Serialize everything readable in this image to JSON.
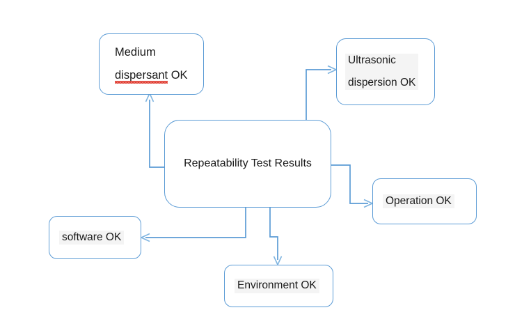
{
  "diagram": {
    "title_node": {
      "id": "center",
      "label": "Repeatability Test Results"
    },
    "nodes": [
      {
        "id": "medium",
        "name": "node-medium-dispersant",
        "lines": [
          "Medium",
          "dispersant OK"
        ],
        "line1": "Medium",
        "line2_misspelled": "dispersant",
        "line2_rest": " OK",
        "highlighted": false
      },
      {
        "id": "ultrasonic",
        "name": "node-ultrasonic-dispersion",
        "lines": [
          "Ultrasonic",
          "dispersion OK"
        ],
        "line1": "Ultrasonic",
        "line2": "dispersion OK",
        "highlighted": true
      },
      {
        "id": "operation",
        "name": "node-operation",
        "line1": "Operation OK",
        "highlighted": true
      },
      {
        "id": "software",
        "name": "node-software",
        "line1": "software OK",
        "highlighted": true
      },
      {
        "id": "environment",
        "name": "node-environment",
        "line1": "Environment OK",
        "highlighted": true
      }
    ],
    "edges": [
      {
        "id": "center-to-medium",
        "from": "center",
        "to": "medium",
        "arrow": "up"
      },
      {
        "id": "center-to-ultrasonic",
        "from": "center",
        "to": "ultrasonic",
        "arrow": "right"
      },
      {
        "id": "center-to-operation",
        "from": "center",
        "to": "operation",
        "arrow": "right"
      },
      {
        "id": "center-to-software",
        "from": "center",
        "to": "software",
        "arrow": "left"
      },
      {
        "id": "center-to-environment",
        "from": "center",
        "to": "environment",
        "arrow": "down"
      }
    ],
    "colors": {
      "border": "#5B9BD5",
      "connector": "#5B9BD5",
      "text": "#1a1a1a",
      "background": "#ffffff",
      "highlight": "#f4f4f4",
      "spellcheck_underline": "#e03c31"
    }
  }
}
